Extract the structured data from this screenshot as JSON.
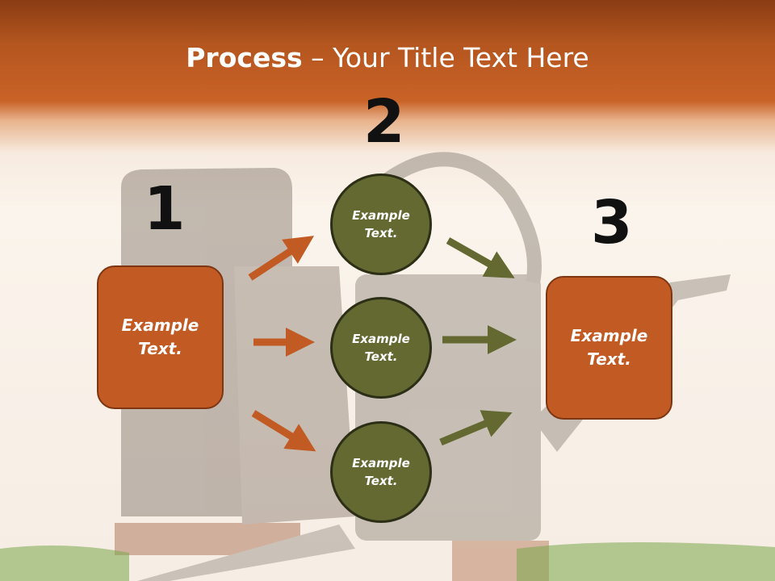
{
  "title": {
    "strong": "Process",
    "rest": " – Your Title Text Here"
  },
  "steps": [
    {
      "number": "1"
    },
    {
      "number": "2"
    },
    {
      "number": "3"
    }
  ],
  "left_box": {
    "line1": "Example",
    "line2": "Text."
  },
  "right_box": {
    "line1": "Example",
    "line2": "Text."
  },
  "circles": [
    {
      "line1": "Example",
      "line2": "Text."
    },
    {
      "line1": "Example",
      "line2": "Text."
    },
    {
      "line1": "Example",
      "line2": "Text."
    }
  ],
  "colors": {
    "orange": "#c25a24",
    "olive": "#646932",
    "banner": "#c96227"
  }
}
